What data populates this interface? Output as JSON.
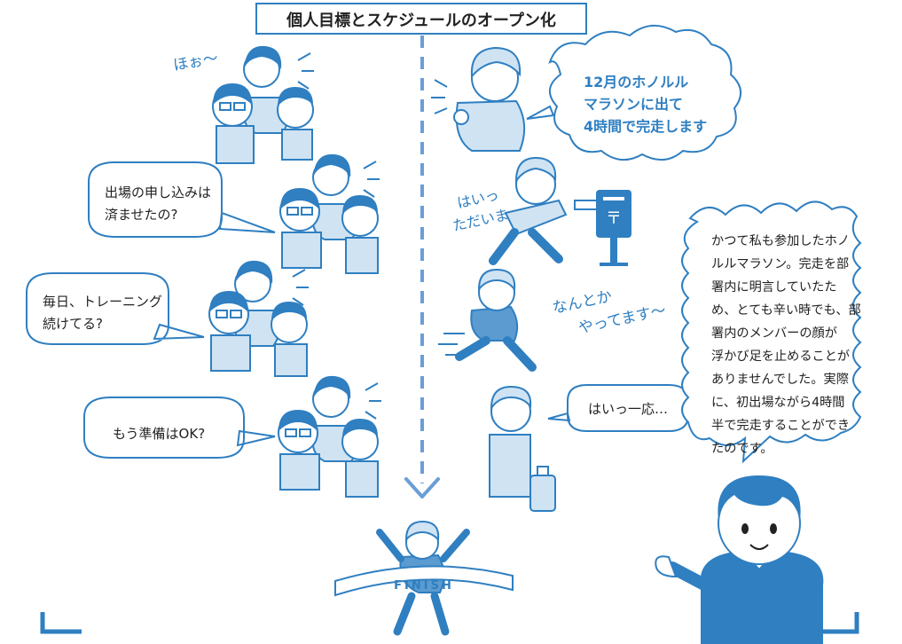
{
  "title": "個人目標とスケジュールのオープン化",
  "left_bubbles": [
    [
      "出場の申し込みは",
      "済ませたの?"
    ],
    [
      "毎日、トレーニング",
      "続けてる?"
    ],
    [
      "もう準備はOK?"
    ]
  ],
  "left_sfx": "ほぉ〜",
  "right_cloud": [
    "12月のホノルル",
    "マラソンに出て",
    "4時間で完走します"
  ],
  "right_sfx_1": [
    "はいっ",
    "ただいま"
  ],
  "right_sfx_2": [
    "なんとか",
    "やってます〜"
  ],
  "right_bubble": "はいっ一応…",
  "finish_tape": "FINISH",
  "postal_mark": "〒",
  "narrator_box": [
    "かつて私も参加したホノ",
    "ルルマラソン。完走を部",
    "署内に明言していたた",
    "め、とても辛い時でも、部",
    "署内のメンバーの顔が",
    "浮かび足を止めることが",
    "ありませんでした。実際",
    "に、初出場ながら4時間",
    "半で完走することができ",
    "たのです。"
  ],
  "colors": {
    "blue": "#2f7fc1",
    "light_blue": "#cfe3f3",
    "mid_blue": "#5b9bd0",
    "line": "#2f7fc1",
    "text": "#222222",
    "dashed": "#6a9ed6"
  }
}
